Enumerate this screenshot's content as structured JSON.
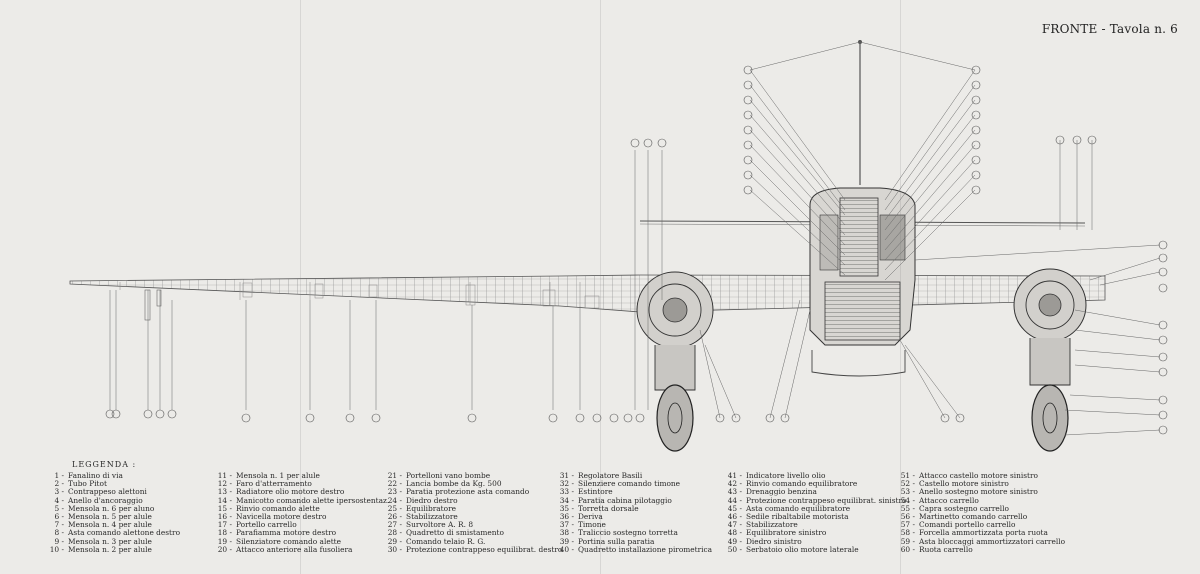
{
  "sheet": {
    "title": "FRONTE - Tavola n. 6",
    "legend_title": "LEGGENDA :",
    "legend_columns": [
      [
        {
          "n": "1",
          "t": "Fanalino di via"
        },
        {
          "n": "2",
          "t": "Tubo Pitot"
        },
        {
          "n": "3",
          "t": "Contrappeso alettoni"
        },
        {
          "n": "4",
          "t": "Anello d'ancoraggio"
        },
        {
          "n": "5",
          "t": "Mensola n. 6 per aluno"
        },
        {
          "n": "6",
          "t": "Mensola n. 5 per alule"
        },
        {
          "n": "7",
          "t": "Mensola n. 4 per alule"
        },
        {
          "n": "8",
          "t": "Asta comando alettone destro"
        },
        {
          "n": "9",
          "t": "Mensola n. 3 per alule"
        },
        {
          "n": "10",
          "t": "Mensola n. 2 per alule"
        }
      ],
      [
        {
          "n": "11",
          "t": "Mensola n. 1 per alule"
        },
        {
          "n": "12",
          "t": "Faro d'atterramento"
        },
        {
          "n": "13",
          "t": "Radiatore olio motore destro"
        },
        {
          "n": "14",
          "t": "Manicotto comando alette ipersostentaz."
        },
        {
          "n": "15",
          "t": "Rinvio comando alette"
        },
        {
          "n": "16",
          "t": "Navicella motore destro"
        },
        {
          "n": "17",
          "t": "Portello carrello"
        },
        {
          "n": "18",
          "t": "Parafiamma motore destro"
        },
        {
          "n": "19",
          "t": "Silenziatore comando alette"
        },
        {
          "n": "20",
          "t": "Attacco anteriore alla fusoliera"
        }
      ],
      [
        {
          "n": "21",
          "t": "Portelloni vano bombe"
        },
        {
          "n": "22",
          "t": "Lancia bombe da Kg. 500"
        },
        {
          "n": "23",
          "t": "Paratia protezione asta comando"
        },
        {
          "n": "24",
          "t": "Diedro destro"
        },
        {
          "n": "25",
          "t": "Equilibratore"
        },
        {
          "n": "26",
          "t": "Stabilizzatore"
        },
        {
          "n": "27",
          "t": "Survoltore A. R. 8"
        },
        {
          "n": "28",
          "t": "Quadretto di smistamento"
        },
        {
          "n": "29",
          "t": "Comando telaio R. G."
        },
        {
          "n": "30",
          "t": "Protezione contrappeso equilibrat. destro"
        }
      ],
      [
        {
          "n": "31",
          "t": "Regolatore Basili"
        },
        {
          "n": "32",
          "t": "Silenziere comando timone"
        },
        {
          "n": "33",
          "t": "Estintore"
        },
        {
          "n": "34",
          "t": "Paratia cabina pilotaggio"
        },
        {
          "n": "35",
          "t": "Torretta dorsale"
        },
        {
          "n": "36",
          "t": "Deriva"
        },
        {
          "n": "37",
          "t": "Timone"
        },
        {
          "n": "38",
          "t": "Traliccio sostegno torretta"
        },
        {
          "n": "39",
          "t": "Portina sulla paratia"
        },
        {
          "n": "40",
          "t": "Quadretto installazione pirometrica"
        }
      ],
      [
        {
          "n": "41",
          "t": "Indicatore livello olio"
        },
        {
          "n": "42",
          "t": "Rinvio comando equilibratore"
        },
        {
          "n": "43",
          "t": "Drenaggio benzina"
        },
        {
          "n": "44",
          "t": "Protezione contrappeso equilibrat. sinistro"
        },
        {
          "n": "45",
          "t": "Asta comando equilibratore"
        },
        {
          "n": "46",
          "t": "Sedile ribaltabile motorista"
        },
        {
          "n": "47",
          "t": "Stabilizzatore"
        },
        {
          "n": "48",
          "t": "Equilibratore sinistro"
        },
        {
          "n": "49",
          "t": "Diedro sinistro"
        },
        {
          "n": "50",
          "t": "Serbatoio olio motore laterale"
        }
      ],
      [
        {
          "n": "51",
          "t": "Attacco castello motore sinistro"
        },
        {
          "n": "52",
          "t": "Castello motore sinistro"
        },
        {
          "n": "53",
          "t": "Anello sostegno motore sinistro"
        },
        {
          "n": "54",
          "t": "Attacco carrello"
        },
        {
          "n": "55",
          "t": "Capra sostegno carrello"
        },
        {
          "n": "56",
          "t": "Martinetto comando carrello"
        },
        {
          "n": "57",
          "t": "Comandi portello carrello"
        },
        {
          "n": "58",
          "t": "Forcella ammortizzata porta ruota"
        },
        {
          "n": "59",
          "t": "Asta bloccaggi ammortizzatori carrello"
        },
        {
          "n": "60",
          "t": "Ruota carrello"
        }
      ]
    ]
  }
}
